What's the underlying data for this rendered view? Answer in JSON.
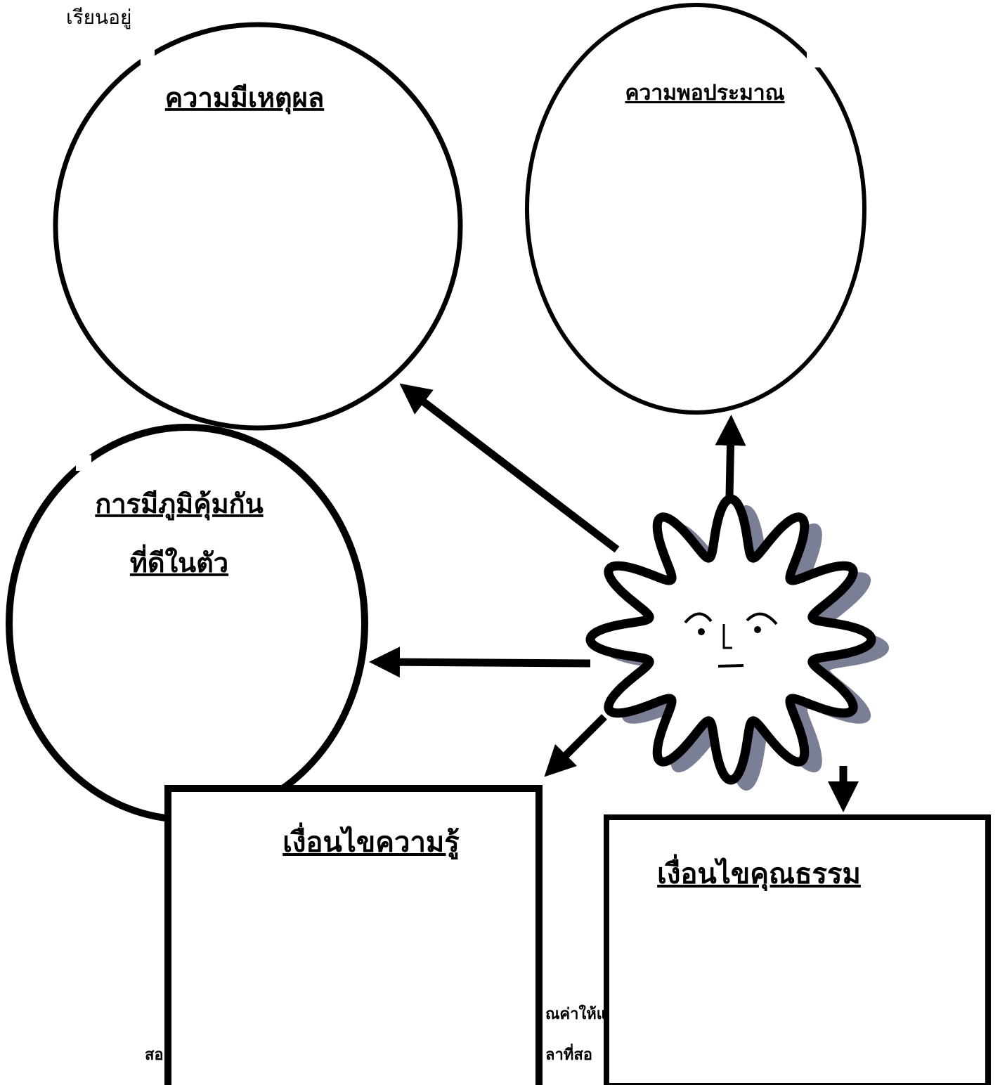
{
  "corner_text": "เรียนอยู่",
  "circles": [
    {
      "id": "reason",
      "label": "ความมีเหตุผล"
    },
    {
      "id": "moderation",
      "label": "ความพอประมาณ"
    },
    {
      "id": "immunity",
      "label_line1": "การมีภูมิคุ้มกัน",
      "label_line2": "ที่ดีในตัว"
    }
  ],
  "boxes": [
    {
      "id": "knowledge",
      "label": "เงื่อนไขความรู้"
    },
    {
      "id": "virtue",
      "label": "เงื่อนไขคุณธรรม"
    }
  ],
  "background_fragments": {
    "left": "สอ",
    "middle_top": "ณค่าให้แ",
    "middle_bottom": "ลาที่สอ"
  },
  "center_icon": "sun-face-icon",
  "colors": {
    "stroke": "#000000",
    "shadow": "#7a7f96",
    "background": "#ffffff"
  }
}
